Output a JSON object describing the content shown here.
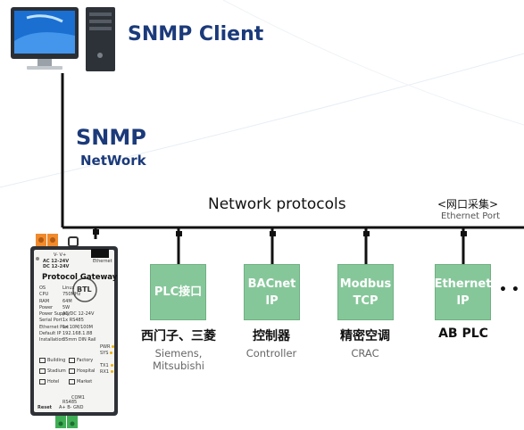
{
  "header": {
    "client_label": "SNMP Client"
  },
  "snmp": {
    "title": "SNMP",
    "subtitle": "NetWork"
  },
  "bus": {
    "protocols_label": "Network protocols",
    "port_cn": "<网口采集>",
    "port_en": "Ethernet Port"
  },
  "gateway": {
    "ethernet_label": "Ethernet",
    "power_label": "V-  V+",
    "power_rating_1": "AC 12-24V",
    "power_rating_2": "DC 12-24V",
    "title": "Protocol Gateway",
    "badge": "BTL",
    "specs": [
      {
        "k": "OS",
        "v": "Linux"
      },
      {
        "k": "CPU",
        "v": "750MHz"
      },
      {
        "k": "RAM",
        "v": "64M"
      },
      {
        "k": "Power",
        "v": "5W"
      },
      {
        "k": "Power Supply",
        "v": "AC/DC 12-24V"
      },
      {
        "k": "Serial Port",
        "v": "1x RS485"
      },
      {
        "k": "Ethernet Port",
        "v": "1x 10M/100M"
      },
      {
        "k": "Default IP",
        "v": "192.168.1.88"
      },
      {
        "k": "Installation",
        "v": "35mm DIN Rail"
      }
    ],
    "leds": [
      "PWR",
      "SYS",
      "TX1",
      "RX1"
    ],
    "apps": [
      "Building",
      "Factory",
      "Stadium",
      "Hospital",
      "Hotel",
      "Market"
    ],
    "com_label": "COM1",
    "rs485_label": "RS485",
    "pins": "A+  B-  GND",
    "reset_label": "Reset"
  },
  "devices": [
    {
      "box_lines": [
        "PLC接口"
      ],
      "label": "西门子、三菱",
      "sub": [
        "Siemens,",
        "Mitsubishi"
      ]
    },
    {
      "box_lines": [
        "BACnet",
        "IP"
      ],
      "label": "控制器",
      "sub": [
        "Controller"
      ]
    },
    {
      "box_lines": [
        "Modbus",
        "TCP"
      ],
      "label": "精密空调",
      "sub": [
        "CRAC"
      ]
    },
    {
      "box_lines": [
        "Ethernet",
        "IP"
      ],
      "label": "AB PLC",
      "sub": []
    }
  ],
  "more_indicator": "• • •",
  "colors": {
    "title_blue": "#1b3a7a",
    "device_green": "#86c79a",
    "line": "#111111",
    "port_orange": "#f08a2c",
    "port_green": "#3fae55"
  }
}
